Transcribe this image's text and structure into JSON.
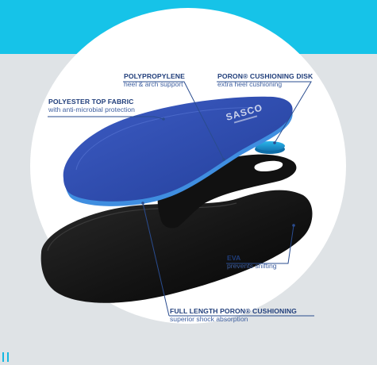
{
  "labels": {
    "polypropylene": {
      "title": "POLYPROPYLENE",
      "desc": "heel & arch support"
    },
    "poron_disk": {
      "title": "PORON® CUSHIONING DISK",
      "desc": "extra heel cushioning"
    },
    "polyester": {
      "title": "POLYESTER TOP FABRIC",
      "desc": "with anti-microbial protection"
    },
    "eva": {
      "title": "EVA",
      "desc": "prevents shifting"
    },
    "full_length": {
      "title": "FULL LENGTH PORON® CUSHIONING",
      "desc": "superior shock absorption"
    }
  },
  "brand": {
    "logo_text": "SASCO"
  },
  "colors": {
    "band": "#16c3e8",
    "background": "#dfe3e6",
    "top_fabric": "#2f4fb3",
    "top_edge": "#3f8ee0",
    "shell": "#151515",
    "disk": "#1a9ed6"
  }
}
